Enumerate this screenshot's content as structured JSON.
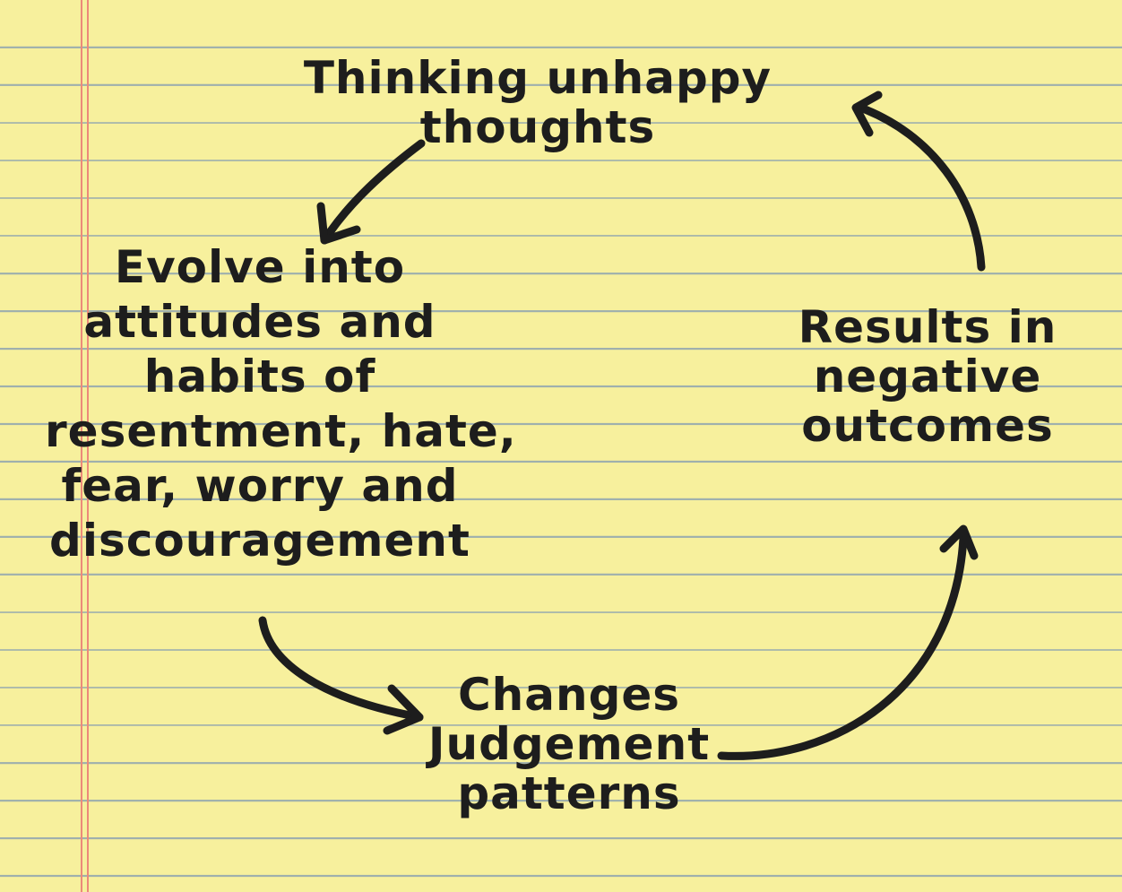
{
  "diagram": {
    "nodes": {
      "thoughts": "Thinking unhappy\nthoughts",
      "attitudes": "Evolve into\nattitudes and\nhabits of\nresentment, hate,\nfear, worry and\ndiscouragement",
      "judgement": "Changes\nJudgement\npatterns",
      "outcomes": "Results in\nnegative\noutcomes"
    },
    "edges": [
      {
        "from": "thoughts",
        "to": "attitudes"
      },
      {
        "from": "attitudes",
        "to": "judgement"
      },
      {
        "from": "judgement",
        "to": "outcomes"
      },
      {
        "from": "outcomes",
        "to": "thoughts"
      }
    ],
    "colors": {
      "paper": "#f7f09d",
      "ink": "#1d1d1d",
      "rule_line": "#9fb0ad",
      "margin_line": "#ec8a7a"
    }
  }
}
